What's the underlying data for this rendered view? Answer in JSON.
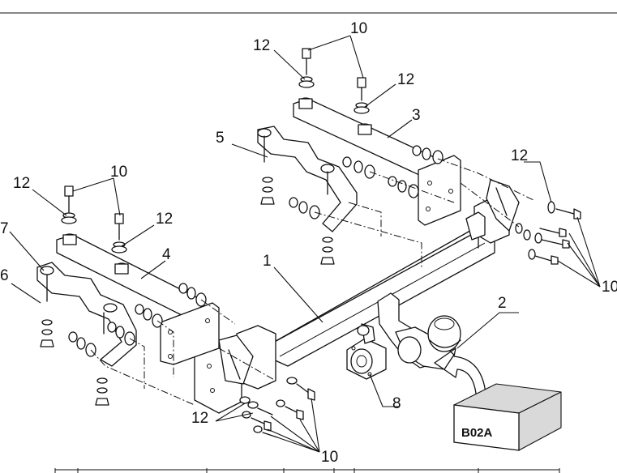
{
  "callouts": {
    "c1": "1",
    "c2": "2",
    "c3": "3",
    "c4": "4",
    "c5": "5",
    "c6": "6",
    "c7": "7",
    "c8": "8",
    "c10": "10",
    "c12": "12"
  },
  "box_label": "B02A",
  "colors": {
    "line": "#111111",
    "box_fill": "#d9d9d9",
    "background": "#ffffff"
  }
}
